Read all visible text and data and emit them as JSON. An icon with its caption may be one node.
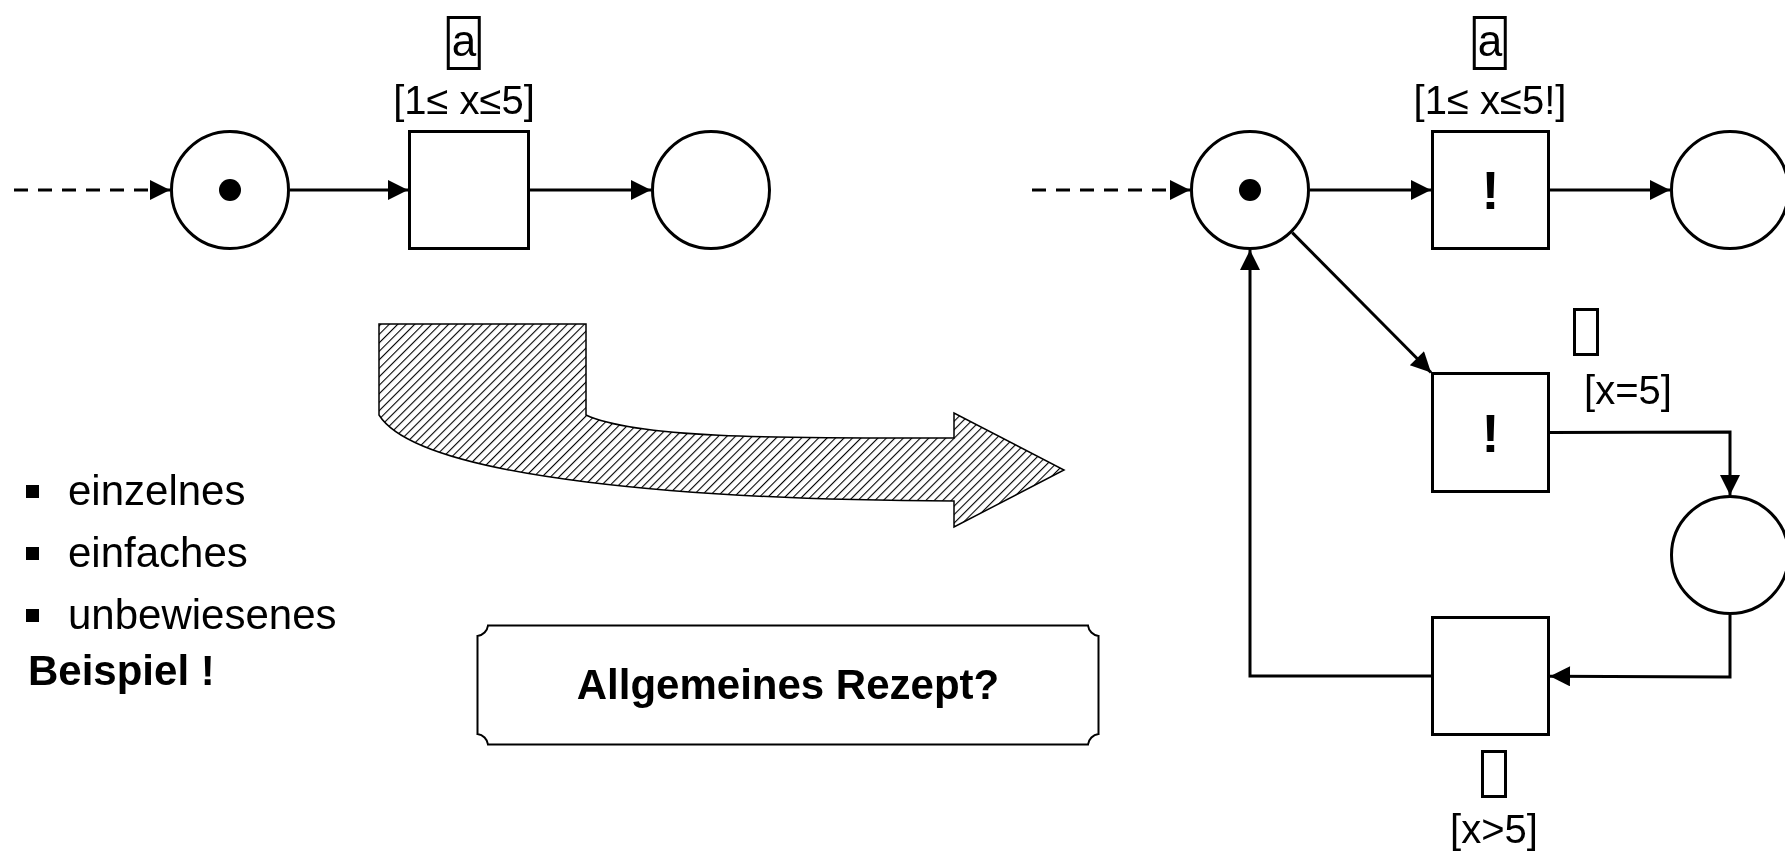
{
  "diagram": {
    "nodes": [
      {
        "text": [],
        "shape": "circle"
      },
      {
        "text": [],
        "shape": "box",
        "beside": [
          "a",
          "[1≤ x≤5]"
        ]
      },
      {
        "text": [],
        "shape": "circle"
      },
      {
        "text": [],
        "shape": "circle"
      },
      {
        "text": [
          "!"
        ],
        "beside": [
          "a",
          "[1≤ x≤5!]"
        ]
      },
      {
        "text": [],
        "shape": "circle"
      },
      {
        "text": [
          "!"
        ],
        "beside": [
          "[x=5]"
        ]
      },
      {
        "text": [],
        "shape": "circle"
      },
      {
        "text": [],
        "shape": "box",
        "beside": [
          "[x>5]"
        ]
      },
      {
        "text": [
          "Allgemeines Rezept?"
        ]
      }
    ],
    "edges": [
      {
        "from": null,
        "to": 0,
        "arrow": "to",
        "style": "dashed"
      },
      {
        "from": 0,
        "to": 1,
        "arrow": "to"
      },
      {
        "from": 1,
        "to": 2,
        "arrow": "to"
      },
      {
        "from": null,
        "to": 3,
        "arrow": "to",
        "style": "dashed"
      },
      {
        "from": 3,
        "to": 4,
        "arrow": "to"
      },
      {
        "from": 4,
        "to": 5,
        "arrow": "to"
      },
      {
        "from": 3,
        "to": 6,
        "arrow": "to"
      },
      {
        "from": 6,
        "to": 7,
        "arrow": "to"
      },
      {
        "from": 7,
        "to": 8,
        "arrow": "to"
      },
      {
        "from": 8,
        "to": 3,
        "arrow": "to"
      }
    ],
    "labels": [
      "einzelnes",
      "einfaches",
      "unbewiesenes",
      "Beispiel !"
    ]
  }
}
